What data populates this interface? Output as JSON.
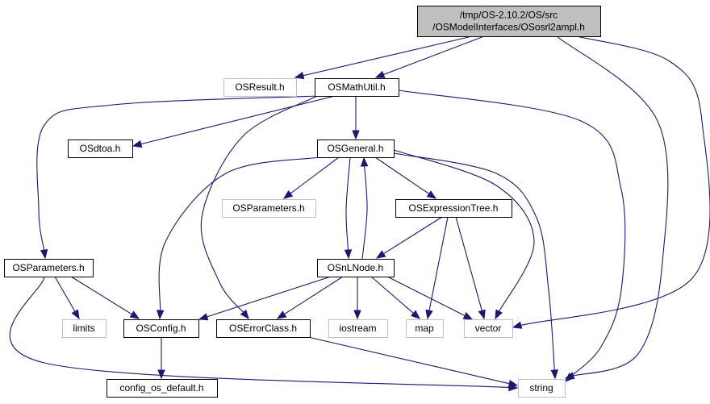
{
  "graph": {
    "colors": {
      "edge": "#191970",
      "root_fill": "#bfbfbf",
      "node_border": "#000000",
      "external_border": "#bfbfbf",
      "background": "#ffffff"
    },
    "nodes": [
      {
        "id": "root",
        "name": "file-node-ososrl2ampl",
        "kind": "root",
        "lines": [
          "/tmp/OS-2.10.2/OS/src",
          "/OSModelInterfaces/OSosrl2ampl.h"
        ]
      },
      {
        "id": "osresult",
        "name": "file-node-osresult",
        "kind": "external",
        "lines": [
          "OSResult.h"
        ]
      },
      {
        "id": "osmathutil",
        "name": "file-node-osmathutil",
        "kind": "normal",
        "lines": [
          "OSMathUtil.h"
        ]
      },
      {
        "id": "osdtoa",
        "name": "file-node-osdtoa",
        "kind": "normal",
        "lines": [
          "OSdtoa.h"
        ]
      },
      {
        "id": "osgeneral",
        "name": "file-node-osgeneral",
        "kind": "normal",
        "lines": [
          "OSGeneral.h"
        ]
      },
      {
        "id": "osparameters_ext",
        "name": "file-node-osparameters-external",
        "kind": "external",
        "lines": [
          "OSParameters.h"
        ]
      },
      {
        "id": "osexpressiontree",
        "name": "file-node-osexpressiontree",
        "kind": "normal",
        "lines": [
          "OSExpressionTree.h"
        ]
      },
      {
        "id": "osparameters",
        "name": "file-node-osparameters",
        "kind": "normal",
        "lines": [
          "OSParameters.h"
        ]
      },
      {
        "id": "osnlnode",
        "name": "file-node-osnlnode",
        "kind": "normal",
        "lines": [
          "OSnLNode.h"
        ]
      },
      {
        "id": "limits",
        "name": "file-node-limits",
        "kind": "external",
        "lines": [
          "limits"
        ]
      },
      {
        "id": "osconfig",
        "name": "file-node-osconfig",
        "kind": "normal",
        "lines": [
          "OSConfig.h"
        ]
      },
      {
        "id": "oserrorclass",
        "name": "file-node-oserrorclass",
        "kind": "normal",
        "lines": [
          "OSErrorClass.h"
        ]
      },
      {
        "id": "iostream",
        "name": "file-node-iostream",
        "kind": "external",
        "lines": [
          "iostream"
        ]
      },
      {
        "id": "map",
        "name": "file-node-map",
        "kind": "external",
        "lines": [
          "map"
        ]
      },
      {
        "id": "vector",
        "name": "file-node-vector",
        "kind": "external",
        "lines": [
          "vector"
        ]
      },
      {
        "id": "config_os_default",
        "name": "file-node-config-os-default",
        "kind": "normal",
        "lines": [
          "config_os_default.h"
        ]
      },
      {
        "id": "string",
        "name": "file-node-string",
        "kind": "external",
        "lines": [
          "string"
        ]
      }
    ],
    "edges": [
      {
        "from": "root",
        "to": "osresult"
      },
      {
        "from": "root",
        "to": "osmathutil"
      },
      {
        "from": "root",
        "to": "vector"
      },
      {
        "from": "root",
        "to": "string"
      },
      {
        "from": "osmathutil",
        "to": "osdtoa"
      },
      {
        "from": "osmathutil",
        "to": "osgeneral"
      },
      {
        "from": "osmathutil",
        "to": "osparameters"
      },
      {
        "from": "osmathutil",
        "to": "oserrorclass"
      },
      {
        "from": "osmathutil",
        "to": "string"
      },
      {
        "from": "osgeneral",
        "to": "osparameters_ext"
      },
      {
        "from": "osgeneral",
        "to": "osexpressiontree"
      },
      {
        "from": "osgeneral",
        "to": "osnlnode"
      },
      {
        "from": "osgeneral",
        "to": "osconfig"
      },
      {
        "from": "osgeneral",
        "to": "vector"
      },
      {
        "from": "osgeneral",
        "to": "string"
      },
      {
        "from": "osnlnode",
        "to": "osgeneral"
      },
      {
        "from": "osexpressiontree",
        "to": "osnlnode"
      },
      {
        "from": "osexpressiontree",
        "to": "map"
      },
      {
        "from": "osexpressiontree",
        "to": "vector"
      },
      {
        "from": "osnlnode",
        "to": "osconfig"
      },
      {
        "from": "osnlnode",
        "to": "oserrorclass"
      },
      {
        "from": "osnlnode",
        "to": "iostream"
      },
      {
        "from": "osnlnode",
        "to": "map"
      },
      {
        "from": "osnlnode",
        "to": "vector"
      },
      {
        "from": "osparameters",
        "to": "limits"
      },
      {
        "from": "osparameters",
        "to": "osconfig"
      },
      {
        "from": "osparameters",
        "to": "string"
      },
      {
        "from": "osconfig",
        "to": "config_os_default"
      },
      {
        "from": "oserrorclass",
        "to": "string"
      }
    ]
  }
}
